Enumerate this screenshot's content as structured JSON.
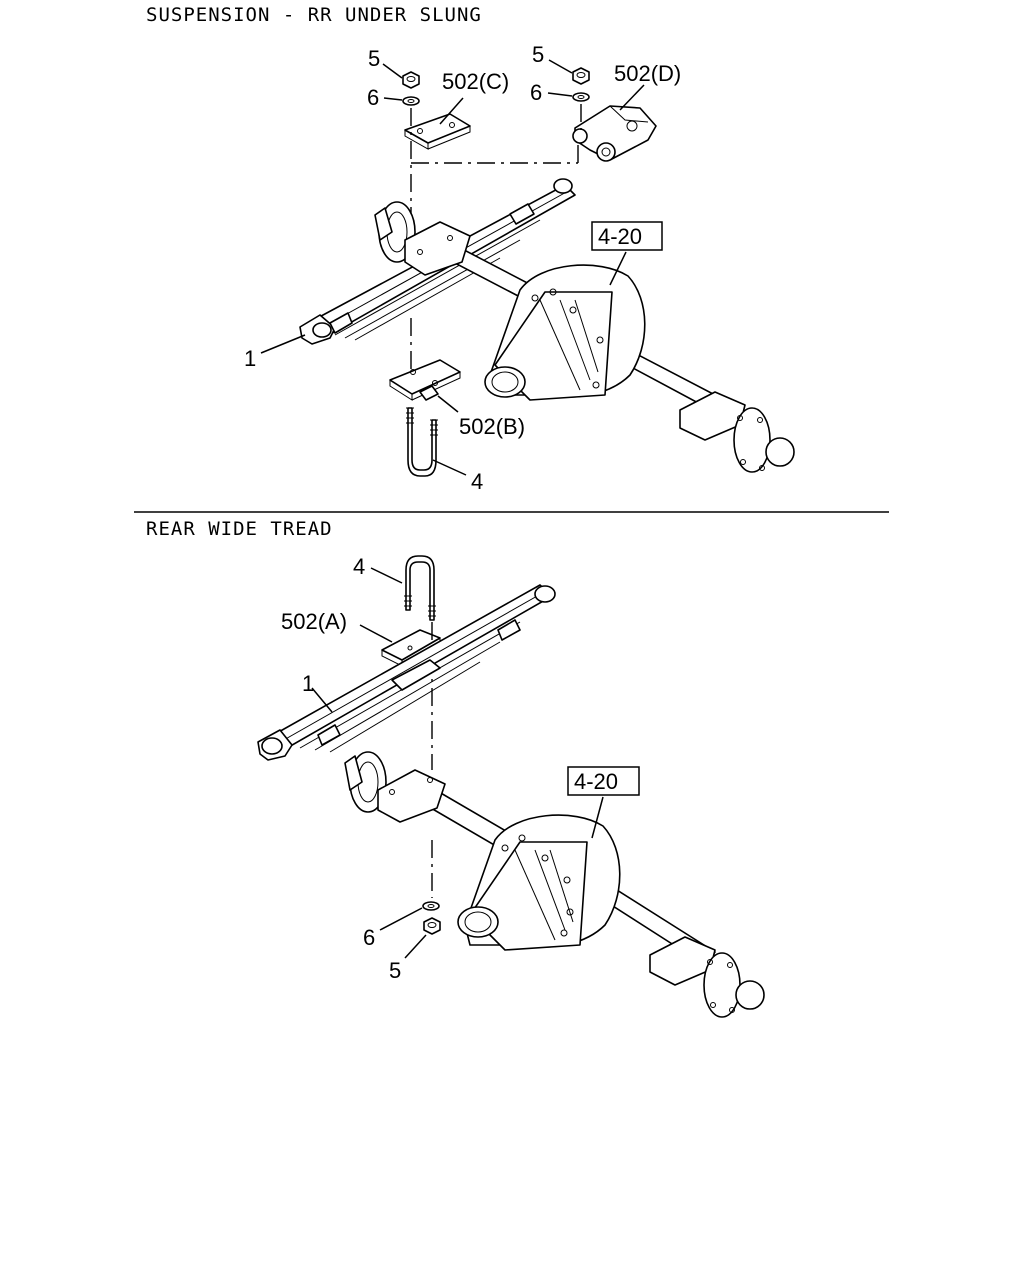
{
  "sections": [
    {
      "title": "SUSPENSION - RR UNDER SLUNG",
      "labels": {
        "spring": "1",
        "ubolt": "4",
        "nut_c": "5",
        "washer_c": "6",
        "nut_d": "5",
        "washer_d": "6",
        "plate_c": "502(C)",
        "plate_d": "502(D)",
        "plate_b": "502(B)",
        "axle_ref": "4-20"
      }
    },
    {
      "title": "REAR WIDE TREAD",
      "labels": {
        "ubolt": "4",
        "plate_a": "502(A)",
        "spring": "1",
        "axle_ref": "4-20",
        "washer": "6",
        "nut": "5"
      }
    }
  ]
}
